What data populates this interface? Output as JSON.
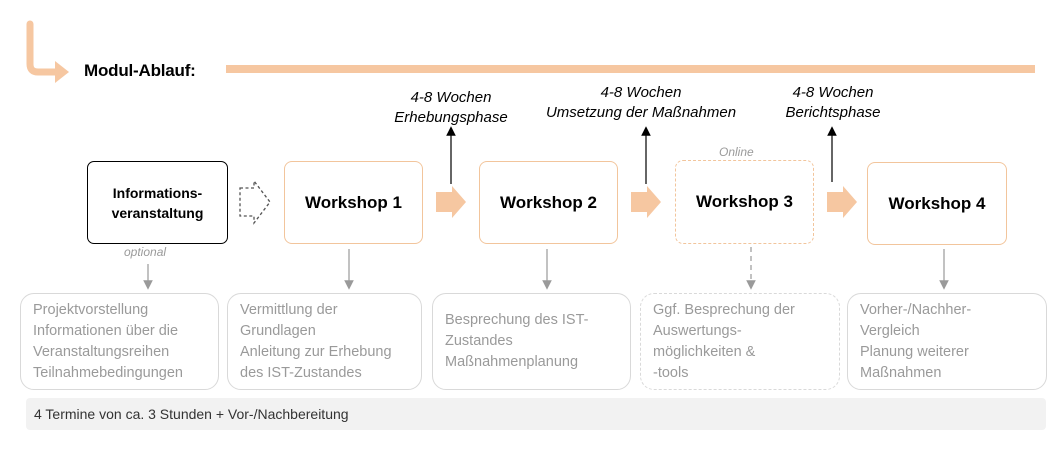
{
  "header": {
    "title": "Modul-Ablauf:"
  },
  "phases": [
    {
      "duration": "4-8 Wochen",
      "name": "Erhebungsphase"
    },
    {
      "duration": "4-8 Wochen",
      "name": "Umsetzung der Maßnahmen"
    },
    {
      "duration": "4-8 Wochen",
      "name": "Berichtsphase"
    }
  ],
  "steps": [
    {
      "label_line1": "Informations-",
      "label_line2": "veranstaltung",
      "note": "optional"
    },
    {
      "label": "Workshop 1"
    },
    {
      "label": "Workshop 2"
    },
    {
      "label": "Workshop 3",
      "note": "Online"
    },
    {
      "label": "Workshop 4"
    }
  ],
  "descriptions": [
    {
      "lines": [
        "Projektvorstellung",
        "Informationen  über die",
        "Veranstaltungsreihen",
        "Teilnahmebedingungen"
      ]
    },
    {
      "lines": [
        "Vermittlung der",
        "Grundlagen",
        "Anleitung zur Erhebung",
        "des IST-Zustandes"
      ]
    },
    {
      "lines": [
        "Besprechung des IST-",
        "Zustandes",
        "Maßnahmenplanung"
      ]
    },
    {
      "lines": [
        "Ggf. Besprechung der",
        "Auswertungs-",
        "möglichkeiten &",
        "-tools"
      ]
    },
    {
      "lines": [
        "Vorher-/Nachher-",
        "Vergleich",
        "Planung weiterer",
        "Maßnahmen"
      ]
    }
  ],
  "footer": {
    "text": "4 Termine von ca. 3 Stunden + Vor-/Nachbereitung"
  },
  "colors": {
    "accent": "#f6c7a1",
    "border_accent": "#f2c59c",
    "muted": "#9a9a9a",
    "footer_bg": "#f2f2f2"
  }
}
